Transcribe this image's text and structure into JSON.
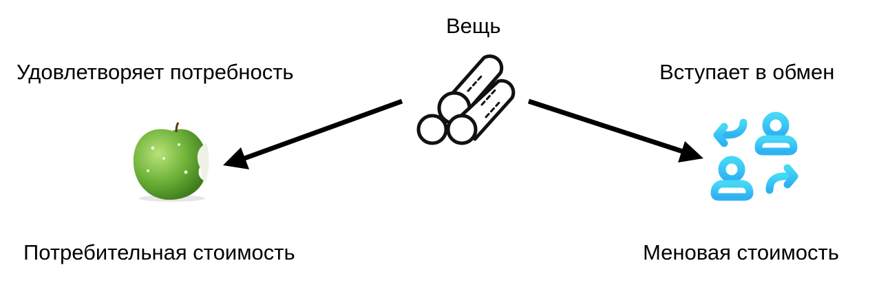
{
  "center": {
    "label": "Вещь",
    "icon": "logs-icon"
  },
  "left": {
    "top_label": "Удовлетворяет потребность",
    "bottom_label": "Потребительная стоимость",
    "icon": "apple-icon"
  },
  "right": {
    "top_label": "Вступает в обмен",
    "bottom_label": "Меновая стоимость",
    "icon": "exchange-people-icon"
  },
  "colors": {
    "arrow": "#000000",
    "exchange": "#3fd2f3",
    "apple": "#6fb33a"
  }
}
